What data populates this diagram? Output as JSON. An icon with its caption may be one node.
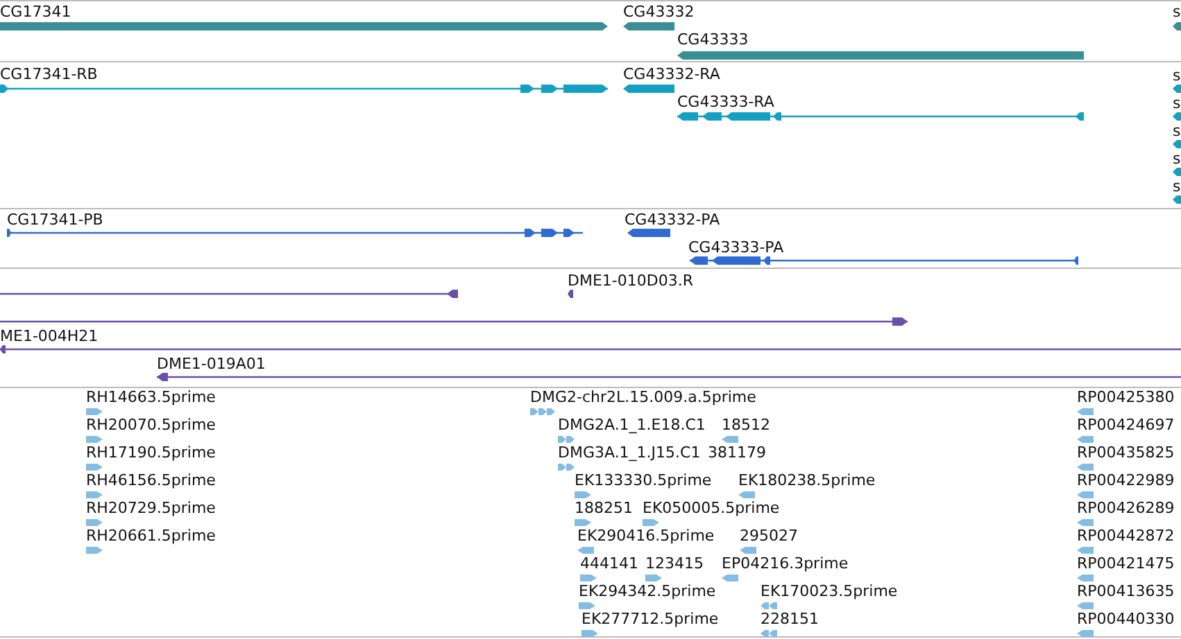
{
  "diagram": {
    "labels": [
      "CG17341",
      "CG43332",
      "CG43333",
      "s",
      "CG17341-RB",
      "CG43332-RA",
      "s",
      "CG43333-RA",
      "s",
      "s",
      "s",
      "s",
      "CG17341-PB",
      "CG43332-PA",
      "CG43333-PA",
      "DME1-010D03.R",
      "ME1-004H21",
      "DME1-019A01",
      "RH14663.5prime",
      "DMG2-chr2L.15.009.a.5prime",
      "RP00425380",
      "RH20070.5prime",
      "DMG2A.1_1.E18.C1",
      "18512",
      "RP00424697",
      "RH17190.5prime",
      "DMG3A.1_1.J15.C1",
      "381179",
      "RP00435825",
      "RH46156.5prime",
      "EK133330.5prime",
      "EK180238.5prime",
      "RP00422989",
      "RH20729.5prime",
      "188251",
      "EK050005.5prime",
      "RP00426289",
      "RH20661.5prime",
      "EK290416.5prime",
      "295027",
      "RP00442872",
      "444141",
      "123415",
      "EP04216.3prime",
      "RP00421475",
      "EK294342.5prime",
      "EK170023.5prime",
      "RP00413635",
      "EK277712.5prime",
      "228151",
      "RP00440330"
    ]
  }
}
